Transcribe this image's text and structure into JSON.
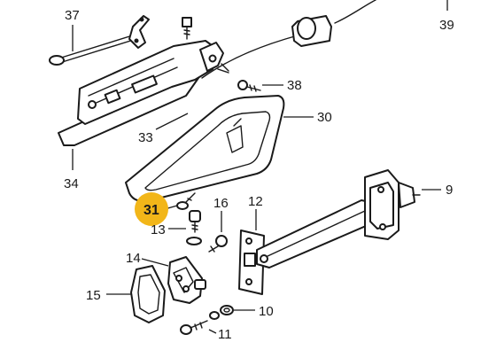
{
  "callouts": {
    "c37": "37",
    "c39": "39",
    "c38": "38",
    "c30": "30",
    "c33": "33",
    "c34": "34",
    "c31": "31",
    "c13": "13",
    "c16": "16",
    "c12": "12",
    "c9": "9",
    "c14": "14",
    "c15": "15",
    "c10": "10",
    "c11": "11"
  },
  "highlight": {
    "callout": "31",
    "color": "#f2b619"
  }
}
